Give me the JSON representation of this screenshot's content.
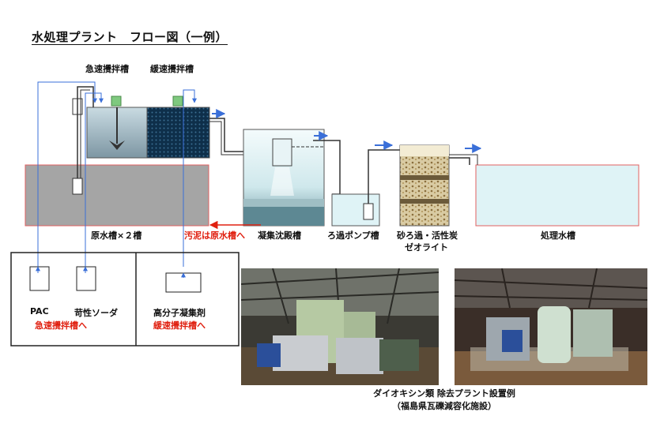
{
  "title": "水処理プラント　フロー図（一例）",
  "labels": {
    "rapid_mix": "急速攪拌槽",
    "slow_mix": "緩速攪拌槽",
    "raw_tank": "原水槽×２槽",
    "sludge": "汚泥は原水槽へ",
    "settling": "凝集沈殿槽",
    "pump_tank": "ろ過ポンプ槽",
    "filter_line1": "砂ろ過・活性炭",
    "filter_line2": "ゼオライト",
    "treated_tank": "処理水槽"
  },
  "chemicals": {
    "pac": "PAC",
    "soda": "苛性ソーダ",
    "to_rapid": "急速攪拌槽へ",
    "polymer": "高分子凝集剤",
    "to_slow": "緩速攪拌槽へ"
  },
  "caption": {
    "line1": "ダイオキシン類 除去プラント設置例",
    "line2": "（福島県瓦礫減容化施設）"
  },
  "colors": {
    "raw_tank": "#a5a5a5",
    "treated_tank": "#dff3f6",
    "arrow_blue": "#3a6fd8",
    "sludge_red": "#e02010"
  }
}
